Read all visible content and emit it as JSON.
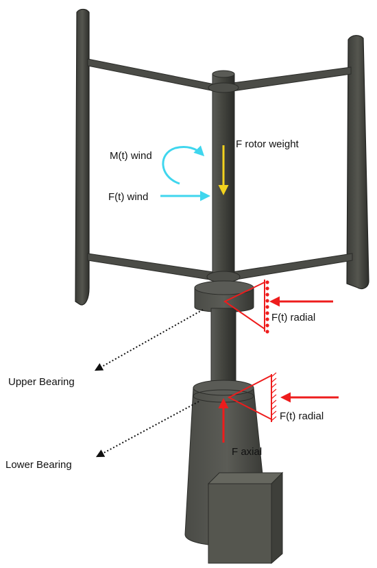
{
  "labels": {
    "moment_wind": "M(t) wind",
    "force_wind": "F(t) wind",
    "rotor_weight": "F rotor weight",
    "radial_upper": "F(t) radial",
    "radial_lower": "F(t) radial",
    "axial": "F axial",
    "upper_bearing": "Upper Bearing",
    "lower_bearing": "Lower Bearing"
  },
  "colors": {
    "structure": "#3f403c",
    "structure_dark": "#2a2b28",
    "wind_arrow": "#3fd6ee",
    "weight_arrow": "#f2d21e",
    "bearing_force": "#ee1c1c",
    "leader_line": "#111111"
  }
}
